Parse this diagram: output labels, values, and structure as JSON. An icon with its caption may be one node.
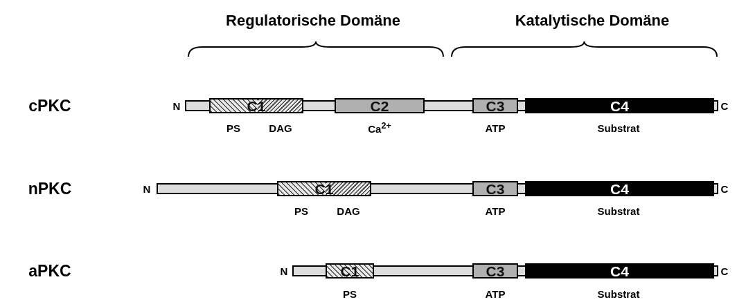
{
  "diagram": {
    "nodes": [
      {
        "text": [
          "C1"
        ],
        "beside": [
          "PS",
          "DAG"
        ]
      },
      {
        "text": [
          "C2"
        ],
        "beside": [
          "Ca$^{2+}$"
        ]
      },
      {
        "text": [
          "C3"
        ],
        "beside": [
          "ATP"
        ]
      },
      {
        "text": [
          "C4"
        ],
        "beside": [
          "Substrat"
        ]
      },
      {
        "text": [
          "C1"
        ],
        "beside": [
          "PS",
          "DAG"
        ]
      },
      {
        "text": [
          "C3"
        ],
        "beside": [
          "ATP"
        ]
      },
      {
        "text": [
          "C4"
        ],
        "beside": [
          "Substrat"
        ]
      },
      {
        "text": [
          "C1"
        ],
        "beside": [
          "PS"
        ]
      },
      {
        "text": [
          "C3"
        ],
        "beside": [
          "ATP"
        ]
      },
      {
        "text": [
          "C4"
        ],
        "beside": [
          "Substrat"
        ]
      }
    ],
    "edges": [],
    "labels": [
      "Regulatorische Domäne",
      "Katalytische Domäne",
      "cPKC",
      "N",
      "C",
      "nPKC",
      "N",
      "C",
      "aPKC",
      "N",
      "C"
    ]
  }
}
